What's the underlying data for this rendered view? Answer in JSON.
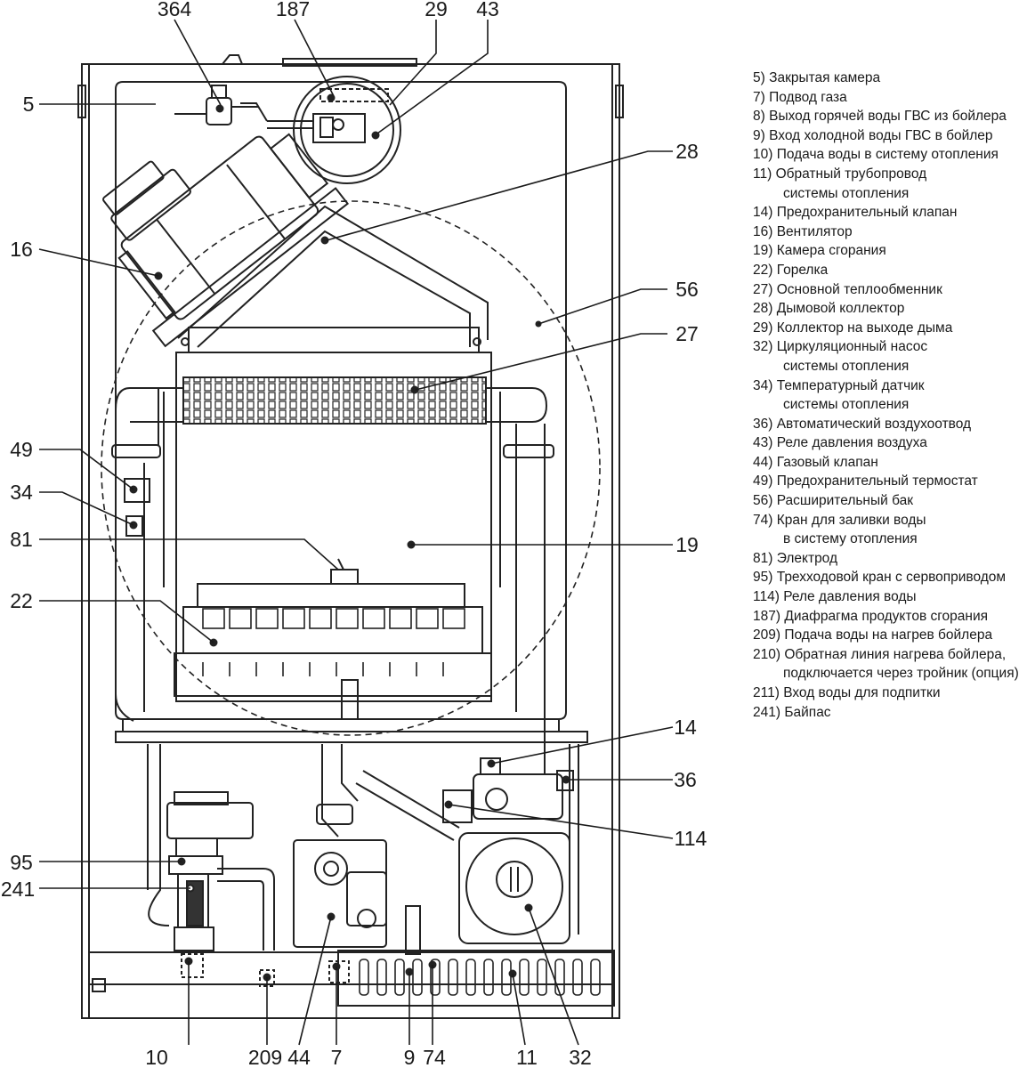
{
  "callouts": [
    "364",
    "187",
    "29",
    "43",
    "5",
    "28",
    "16",
    "56",
    "27",
    "49",
    "34",
    "81",
    "19",
    "22",
    "14",
    "36",
    "114",
    "95",
    "241",
    "10",
    "209",
    "44",
    "7",
    "9",
    "74",
    "11",
    "32"
  ],
  "legend": [
    {
      "num": "5)",
      "text": "Закрытая камера",
      "cont": ""
    },
    {
      "num": "7)",
      "text": "Подвод газа",
      "cont": ""
    },
    {
      "num": "8)",
      "text": "Выход горячей воды ГВС из бойлера",
      "cont": ""
    },
    {
      "num": "9)",
      "text": "Вход холодной воды ГВС в бойлер",
      "cont": ""
    },
    {
      "num": "10)",
      "text": "Подача воды в систему отопления",
      "cont": ""
    },
    {
      "num": "11)",
      "text": "Обратный трубопровод",
      "cont": "системы отопления"
    },
    {
      "num": "14)",
      "text": "Предохранительный клапан",
      "cont": ""
    },
    {
      "num": "16)",
      "text": "Вентилятор",
      "cont": ""
    },
    {
      "num": "19)",
      "text": "Камера сгорания",
      "cont": ""
    },
    {
      "num": "22)",
      "text": "Горелка",
      "cont": ""
    },
    {
      "num": "27)",
      "text": "Основной теплообменник",
      "cont": ""
    },
    {
      "num": "28)",
      "text": "Дымовой коллектор",
      "cont": ""
    },
    {
      "num": "29)",
      "text": "Коллектор на выходе дыма",
      "cont": ""
    },
    {
      "num": "32)",
      "text": "Циркуляционный насос",
      "cont": "системы отопления"
    },
    {
      "num": "34)",
      "text": "Температурный датчик",
      "cont": "системы отопления"
    },
    {
      "num": "36)",
      "text": "Автоматический воздухоотвод",
      "cont": ""
    },
    {
      "num": "43)",
      "text": "Реле давления воздуха",
      "cont": ""
    },
    {
      "num": "44)",
      "text": "Газовый клапан",
      "cont": ""
    },
    {
      "num": "49)",
      "text": "Предохранительный термостат",
      "cont": ""
    },
    {
      "num": "56)",
      "text": "Расширительный бак",
      "cont": ""
    },
    {
      "num": "74)",
      "text": "Кран для заливки воды",
      "cont": "в систему отопления"
    },
    {
      "num": "81)",
      "text": "Электрод",
      "cont": ""
    },
    {
      "num": "95)",
      "text": "Трехходовой кран с сервоприводом",
      "cont": ""
    },
    {
      "num": "114)",
      "text": "Реле давления воды",
      "cont": ""
    },
    {
      "num": "187)",
      "text": "Диафрагма продуктов сгорания",
      "cont": ""
    },
    {
      "num": "209)",
      "text": "Подача воды на нагрев бойлера",
      "cont": ""
    },
    {
      "num": "210)",
      "text": "Обратная линия нагрева бойлера,",
      "cont": "подключается через тройник (опция)"
    },
    {
      "num": "211)",
      "text": "Вход воды для подпитки",
      "cont": ""
    },
    {
      "num": "241)",
      "text": "Байпас",
      "cont": ""
    }
  ]
}
